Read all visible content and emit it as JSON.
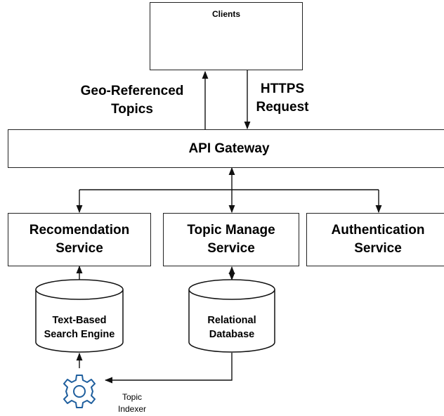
{
  "clients": {
    "title": "Clients"
  },
  "edges": {
    "geo_topics_label": "Geo-Referenced Topics",
    "https_request_label": "HTTPS Request"
  },
  "gateway": {
    "label": "API Gateway"
  },
  "services": {
    "recommendation": "Recomendation Service",
    "topic_manage": "Topic Manage Service",
    "authentication": "Authentication Service"
  },
  "datastores": {
    "search_engine": "Text-Based Search Engine",
    "relational_db": "Relational Database"
  },
  "indexer": {
    "label": "Topic Indexer",
    "icon": "gear-icon"
  }
}
